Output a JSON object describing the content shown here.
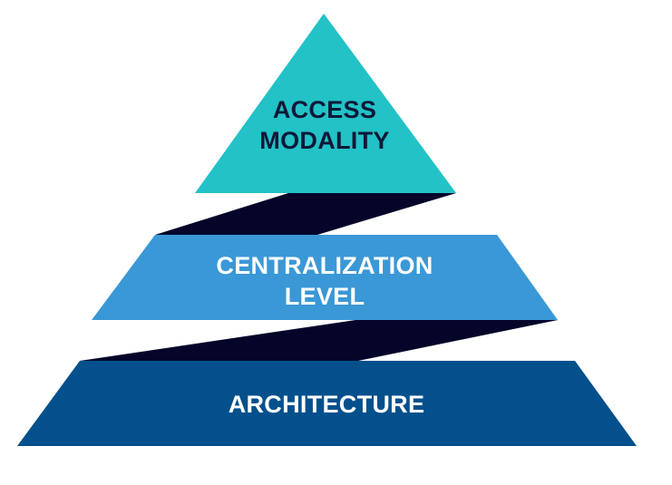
{
  "diagram": {
    "tiers": [
      {
        "id": "top",
        "label_lines": [
          "ACCESS",
          "MODALITY"
        ],
        "fill": "#22c2c6",
        "text_color": "#0f1838"
      },
      {
        "id": "middle",
        "label_lines": [
          "CENTRALIZATION",
          "LEVEL"
        ],
        "fill": "#3a98d6",
        "text_color": "#ffffff"
      },
      {
        "id": "bottom",
        "label_lines": [
          "ARCHITECTURE"
        ],
        "fill": "#04508c",
        "text_color": "#ffffff"
      }
    ],
    "connector_color": "#05052a"
  }
}
